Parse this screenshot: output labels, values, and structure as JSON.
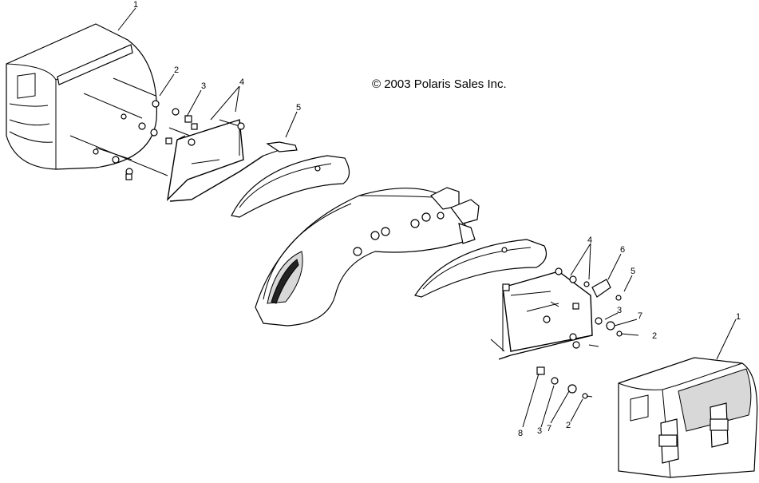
{
  "diagram": {
    "copyright": "© 2003 Polaris Sales Inc.",
    "callouts": {
      "c1_left": "1",
      "c2_left": "2",
      "c3_left": "3",
      "c4_left": "4",
      "c5_left": "5",
      "c4_right": "4",
      "c6_right": "6",
      "c5_right": "5",
      "c3_right": "3",
      "c7_right": "7",
      "c2_right": "2",
      "c1_right": "1",
      "c8_bottom": "8",
      "c3_bottom": "3",
      "c7_bottom": "7",
      "c2_bottom": "2"
    }
  }
}
